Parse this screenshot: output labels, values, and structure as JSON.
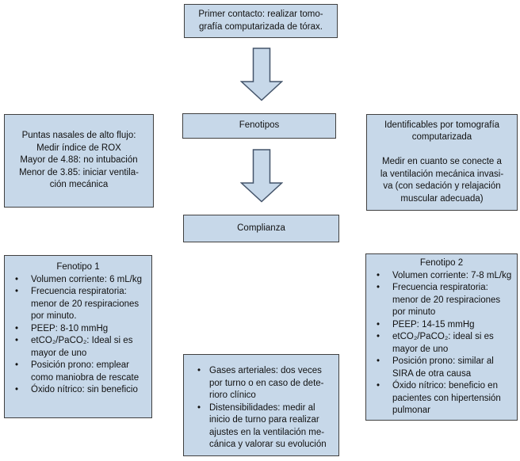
{
  "palette": {
    "box_fill": "#c7d8e9",
    "box_border": "#404040",
    "arrow_fill": "#c7d8e9",
    "arrow_border": "#44546a",
    "text_color": "#111111",
    "background": "#ffffff"
  },
  "ui": {
    "bullet_char": "•"
  },
  "flowchart": {
    "top_box": {
      "text": "Primer contacto: realizar tomo-\ngrafía computarizada de tórax."
    },
    "fenotipos_box": {
      "label": "Fenotipos"
    },
    "complianza_box": {
      "label": "Complianza"
    },
    "left_info_box": {
      "text": "Puntas nasales de alto flujo:\nMedir índice de ROX\nMayor de 4.88: no intubación\nMenor de 3.85: iniciar ventila-\nción mecánica"
    },
    "right_info_box": {
      "text": "Identificables por tomografía\ncomputarizada\n\nMedir en cuanto se conecte a\nla ventilación mecánica invasi-\nva (con sedación y relajación\nmuscular adecuada)"
    },
    "fenotipo1_box": {
      "title": "Fenotipo 1",
      "bullets": [
        "Volumen corriente: 6 mL/kg",
        "Frecuencia respiratoria:\nmenor de 20 respiraciones\npor minuto.",
        "PEEP: 8-10 mmHg",
        "etCO₂/PaCO₂: Ideal si es\nmayor de uno",
        "Posición prono: emplear\ncomo maniobra de rescate",
        "Óxido nítrico: sin beneficio"
      ]
    },
    "fenotipo2_box": {
      "title": "Fenotipo 2",
      "bullets": [
        "Volumen corriente: 7-8 mL/kg",
        "Frecuencia respiratoria:\nmenor de 20 respiraciones\npor minuto",
        "PEEP: 14-15 mmHg",
        "etCO₂/PaCO₂: ideal si es\nmayor de uno",
        "Posición prono: similar al\nSIRA de otra causa",
        "Óxido nítrico: beneficio en\npacientes con hipertensión\npulmonar"
      ]
    },
    "monitoring_box": {
      "bullets": [
        "Gases arteriales: dos veces\npor turno o en caso de dete-\nrioro clínico",
        "Distensibilidades: medir al\ninicio de turno para realizar\najustes en la ventilación me-\ncánica y valorar su evolución"
      ]
    }
  }
}
